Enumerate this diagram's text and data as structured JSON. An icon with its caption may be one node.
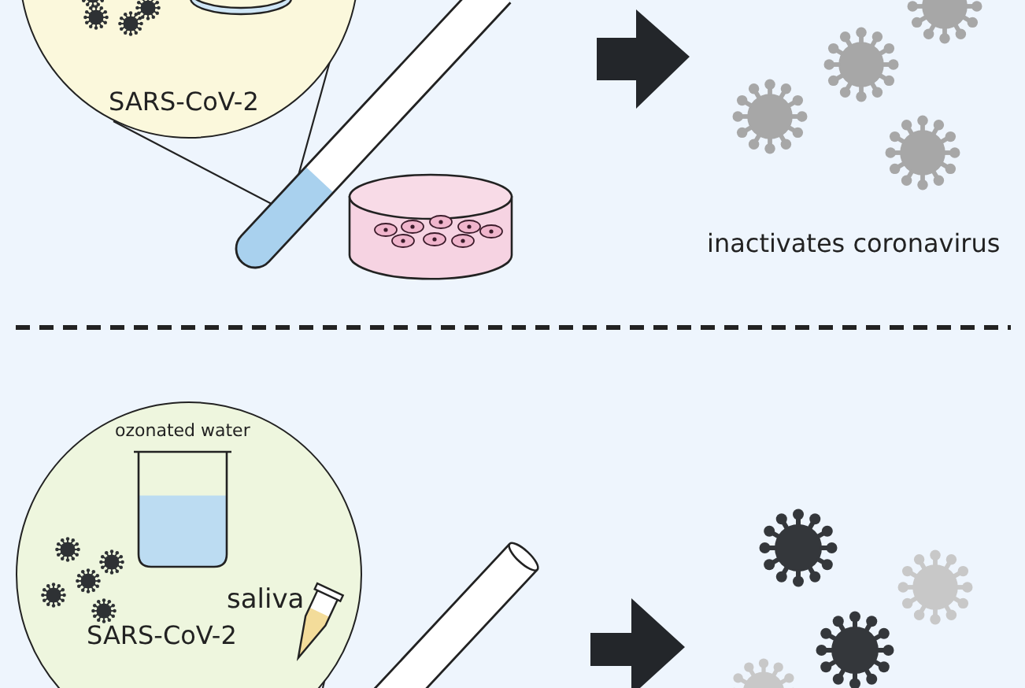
{
  "diagram": {
    "nodes": [
      {
        "text": [
          "SARS-CoV-2"
        ]
      },
      {
        "text": [
          "ozonated water",
          "saliva",
          "SARS-CoV-2"
        ]
      }
    ],
    "labels": [
      "inactivates coronavirus"
    ]
  }
}
